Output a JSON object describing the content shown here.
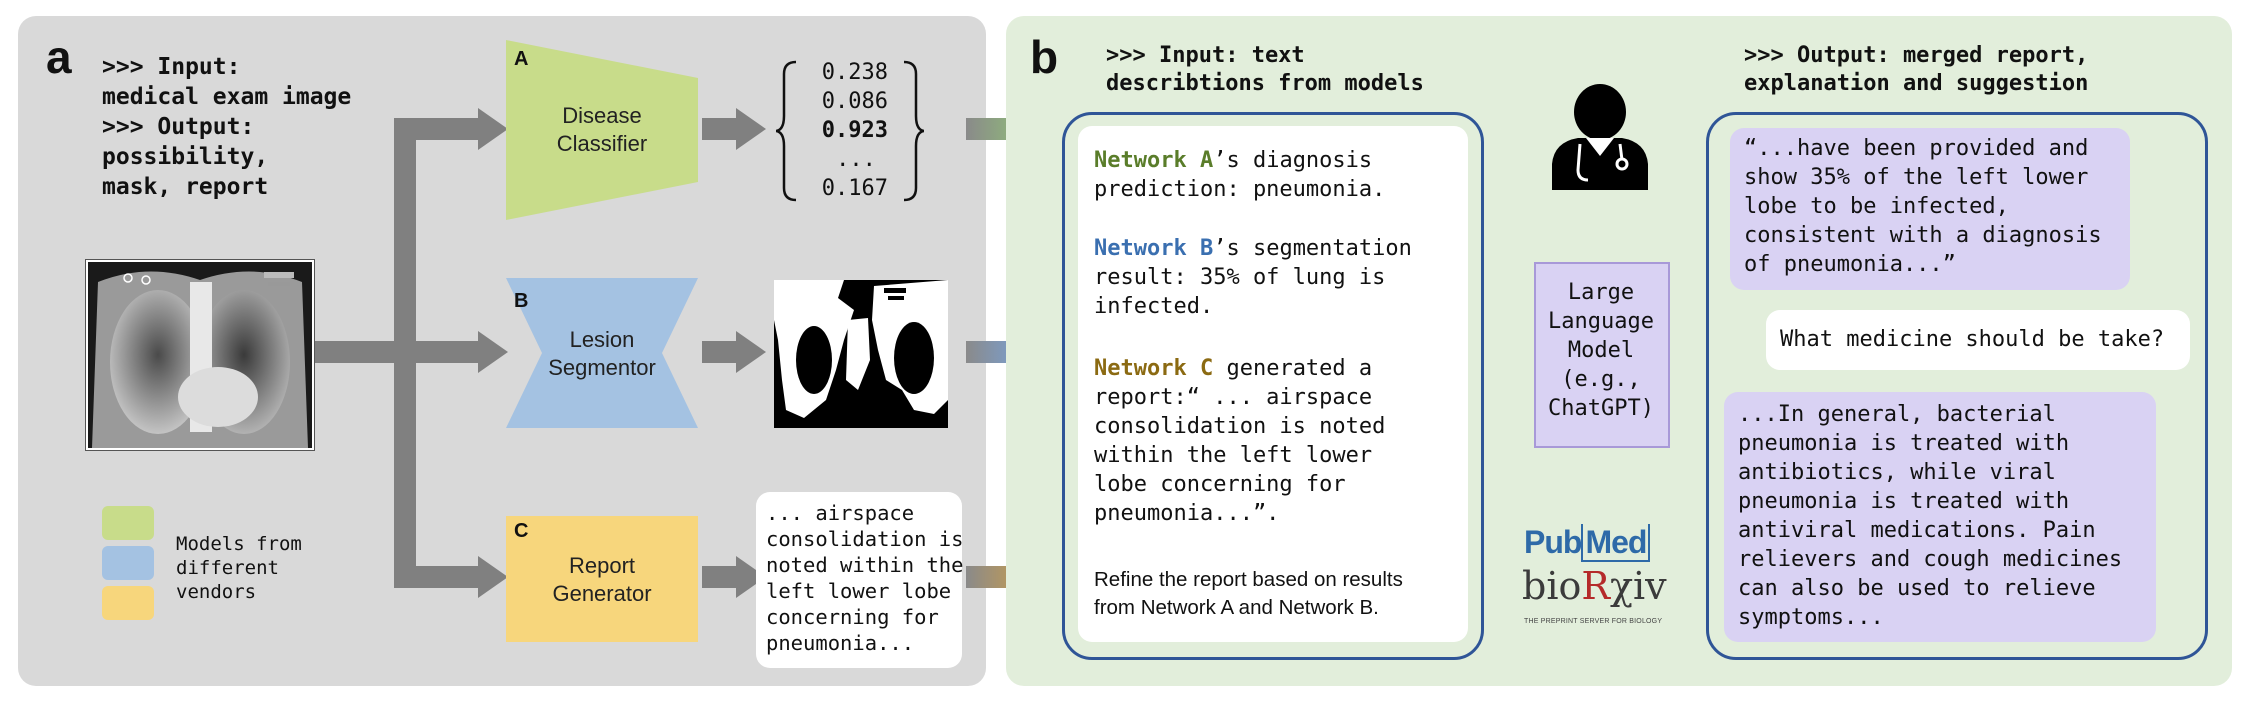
{
  "panel_a": {
    "letter": "a",
    "io_text": ">>> Input:\nmedical exam image\n>>> Output:\npossibility,\nmask, report",
    "model_a": {
      "tag": "A",
      "label": "Disease\nClassifier",
      "color": "#c8dc8a"
    },
    "model_b": {
      "tag": "B",
      "label": "Lesion\nSegmentor",
      "color": "#a4c2e2"
    },
    "model_c": {
      "tag": "C",
      "label": "Report\nGenerator",
      "color": "#f7d67c"
    },
    "vector_values": [
      "0.238",
      "0.086",
      "0.923",
      "...",
      "0.167"
    ],
    "report_snippet": "... airspace\nconsolidation is\nnoted within the\nleft lower lobe\nconcerning for\npneumonia...",
    "legend_text": "Models from\ndifferent\nvendors"
  },
  "panel_b": {
    "letter": "b",
    "input_header": ">>> Input: text\ndescribtions from models",
    "output_header": ">>> Output: merged report,\nexplanation and suggestion",
    "network_a_name": "Network A",
    "network_a_text": "’s diagnosis\nprediction: pneumonia.",
    "network_b_name": "Network B",
    "network_b_text": "’s segmentation\nresult: 35% of lung is\ninfected.",
    "network_c_name": "Network C",
    "network_c_text": " generated a\nreport:“ ... airspace\nconsolidation is noted\nwithin the left lower\nlobe concerning for\npneumonia...”.",
    "refine_text": "Refine the report based on results\nfrom Network A and Network B.",
    "llm_label": "Large\nLanguage\nModel\n(e.g.,\nChatGPT)",
    "pubmed_label_pub": "Pub",
    "pubmed_label_med": "Med",
    "biorxiv_label_bio": "bio",
    "biorxiv_label_r": "R",
    "biorxiv_label_xiv": "χiv",
    "biorxiv_tagline": "THE PREPRINT SERVER FOR BIOLOGY",
    "output_msg_1": "“...have been provided and\nshow 35% of the left lower\nlobe to be infected,\nconsistent with a diagnosis\nof pneumonia...”",
    "question": "What medicine should be take?",
    "output_msg_2": "...In general, bacterial\npneumonia is treated with\nantibiotics, while viral\npneumonia is treated with\nantiviral medications. Pain\nrelievers and cough medicines\ncan also be used to relieve\nsymptoms..."
  },
  "colors": {
    "network_a": "#5a7d2a",
    "network_b": "#3a6fb0",
    "network_c": "#8b6a12",
    "frame": "#2f5597",
    "arrow": "#808080"
  }
}
